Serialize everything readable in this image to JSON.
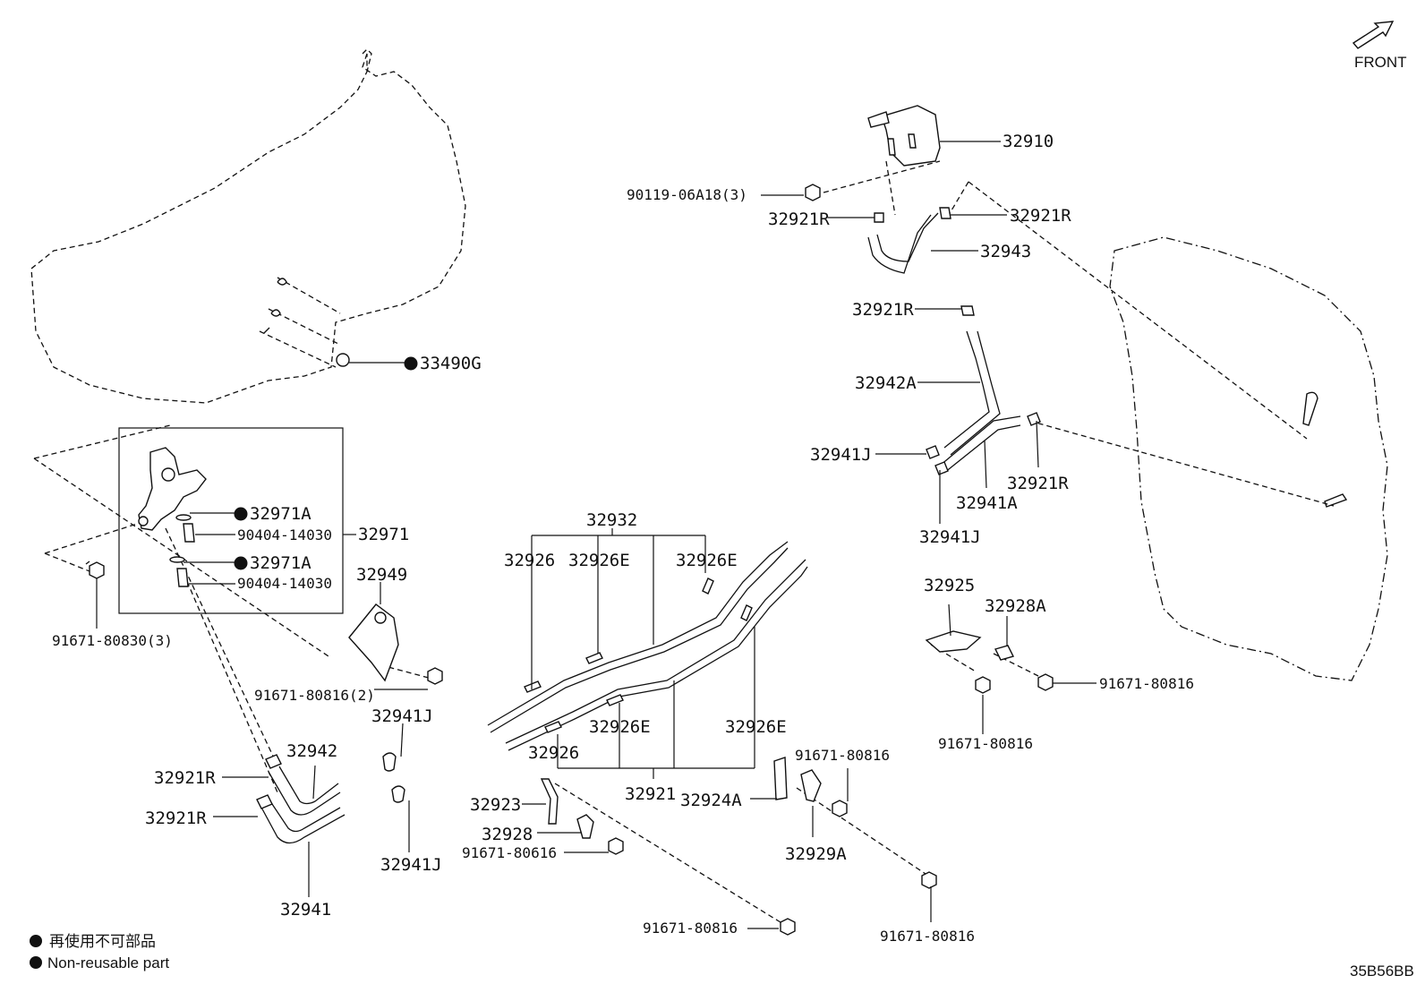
{
  "front_label": "FRONT",
  "diagram_code": "35B56BB",
  "legend": {
    "japanese": "再使用不可部品",
    "english": "Non-reusable part"
  },
  "labels": {
    "p32910": "32910",
    "p90119": "90119-06A18(3)",
    "p32921R_a": "32921R",
    "p32921R_b": "32921R",
    "p32943": "32943",
    "p32921R_c": "32921R",
    "p32942A": "32942A",
    "p32941J_a": "32941J",
    "p32921R_d": "32921R",
    "p32941A": "32941A",
    "p32941J_b": "32941J",
    "p33490G": "33490G",
    "p32971A_a": "32971A",
    "p90404_a": "90404-14030",
    "p32971": "32971",
    "p32971A_b": "32971A",
    "p90404_b": "90404-14030",
    "p91671_80830": "91671-80830(3)",
    "p32949": "32949",
    "p91671_80816_2": "91671-80816(2)",
    "p32941J_c": "32941J",
    "p32942": "32942",
    "p32921R_e": "32921R",
    "p32921R_f": "32921R",
    "p32941": "32941",
    "p32941J_d": "32941J",
    "p32932": "32932",
    "p32926_a": "32926",
    "p32926E_a": "32926E",
    "p32926E_b": "32926E",
    "p32926E_c": "32926E",
    "p32926_b": "32926",
    "p32926E_d": "32926E",
    "p32921": "32921",
    "p32923": "32923",
    "p32928": "32928",
    "p91671_80616": "91671-80616",
    "p91671_80816_a": "91671-80816",
    "p32924A": "32924A",
    "p91671_80816_b": "91671-80816",
    "p32929A": "32929A",
    "p91671_80816_c": "91671-80816",
    "p32925": "32925",
    "p32928A": "32928A",
    "p91671_80816_d": "91671-80816",
    "p91671_80816_e": "91671-80816"
  }
}
